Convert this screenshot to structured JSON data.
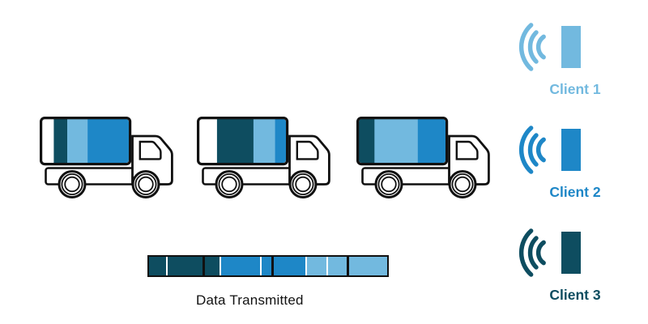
{
  "palette": {
    "light_blue": "#72B9DF",
    "medium_blue": "#1E87C7",
    "dark_teal": "#0E4D60",
    "outline": "#111111",
    "background": "#FFFFFF"
  },
  "trucks": [
    {
      "name": "truck-1",
      "cargo_segments": [
        {
          "color": "white",
          "frac": 0.135
        },
        {
          "color": "dark_teal",
          "frac": 0.155
        },
        {
          "color": "light_blue",
          "frac": 0.235
        },
        {
          "color": "medium_blue",
          "frac": 0.475
        }
      ]
    },
    {
      "name": "truck-2",
      "cargo_segments": [
        {
          "color": "white",
          "frac": 0.205
        },
        {
          "color": "dark_teal",
          "frac": 0.42
        },
        {
          "color": "light_blue",
          "frac": 0.25
        },
        {
          "color": "medium_blue",
          "frac": 0.125
        }
      ]
    },
    {
      "name": "truck-3",
      "cargo_segments": [
        {
          "color": "dark_teal",
          "frac": 0.18
        },
        {
          "color": "light_blue",
          "frac": 0.5
        },
        {
          "color": "medium_blue",
          "frac": 0.32
        }
      ]
    }
  ],
  "clients": [
    {
      "label": "Client 1",
      "color": "light_blue"
    },
    {
      "label": "Client 2",
      "color": "medium_blue"
    },
    {
      "label": "Client 3",
      "color": "dark_teal"
    }
  ],
  "data_bar": {
    "label": "Data Transmitted",
    "segments": [
      {
        "color": "dark_teal",
        "width": 21,
        "divider_after": "white"
      },
      {
        "color": "dark_teal",
        "width": 43,
        "divider_after": "black"
      },
      {
        "color": "dark_teal",
        "width": 18,
        "divider_after": "white"
      },
      {
        "color": "medium_blue",
        "width": 48,
        "divider_after": "white"
      },
      {
        "color": "medium_blue",
        "width": 13,
        "divider_after": "black"
      },
      {
        "color": "medium_blue",
        "width": 39,
        "divider_after": "white"
      },
      {
        "color": "light_blue",
        "width": 24,
        "divider_after": "white"
      },
      {
        "color": "light_blue",
        "width": 23,
        "divider_after": "black"
      },
      {
        "color": "light_blue",
        "width": 47,
        "divider_after": null
      }
    ]
  }
}
